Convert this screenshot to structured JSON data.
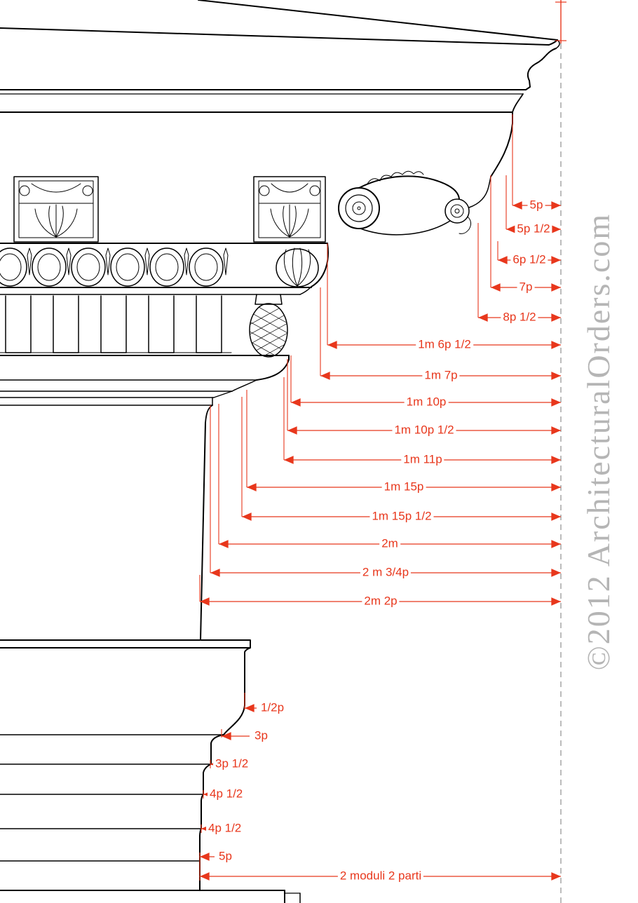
{
  "watermark": {
    "text": "©2012 ArchitecturalOrders.com"
  },
  "colors": {
    "dimension_red": "#e8371c",
    "watermark_gray": "#b5b5b5",
    "axis_dash_gray": "#909090",
    "drawing_black": "#000000"
  },
  "dimensions": {
    "upper": [
      {
        "label": "5p"
      },
      {
        "label": "5p 1/2"
      },
      {
        "label": "6p 1/2"
      },
      {
        "label": "7p"
      },
      {
        "label": "8p 1/2"
      },
      {
        "label": "1m 6p 1/2"
      },
      {
        "label": "1m 7p"
      },
      {
        "label": "1m 10p"
      },
      {
        "label": "1m 10p 1/2"
      },
      {
        "label": "1m 11p"
      },
      {
        "label": "1m 15p"
      },
      {
        "label": "1m 15p 1/2"
      },
      {
        "label": "2m"
      },
      {
        "label": "2 m 3/4p"
      },
      {
        "label": "2m 2p"
      }
    ],
    "lower": [
      {
        "label": "1/2p"
      },
      {
        "label": "3p"
      },
      {
        "label": "3p 1/2"
      },
      {
        "label": "4p 1/2"
      },
      {
        "label": "4p 1/2"
      },
      {
        "label": "5p"
      }
    ],
    "overall": {
      "label": "2 moduli 2 parti"
    }
  }
}
